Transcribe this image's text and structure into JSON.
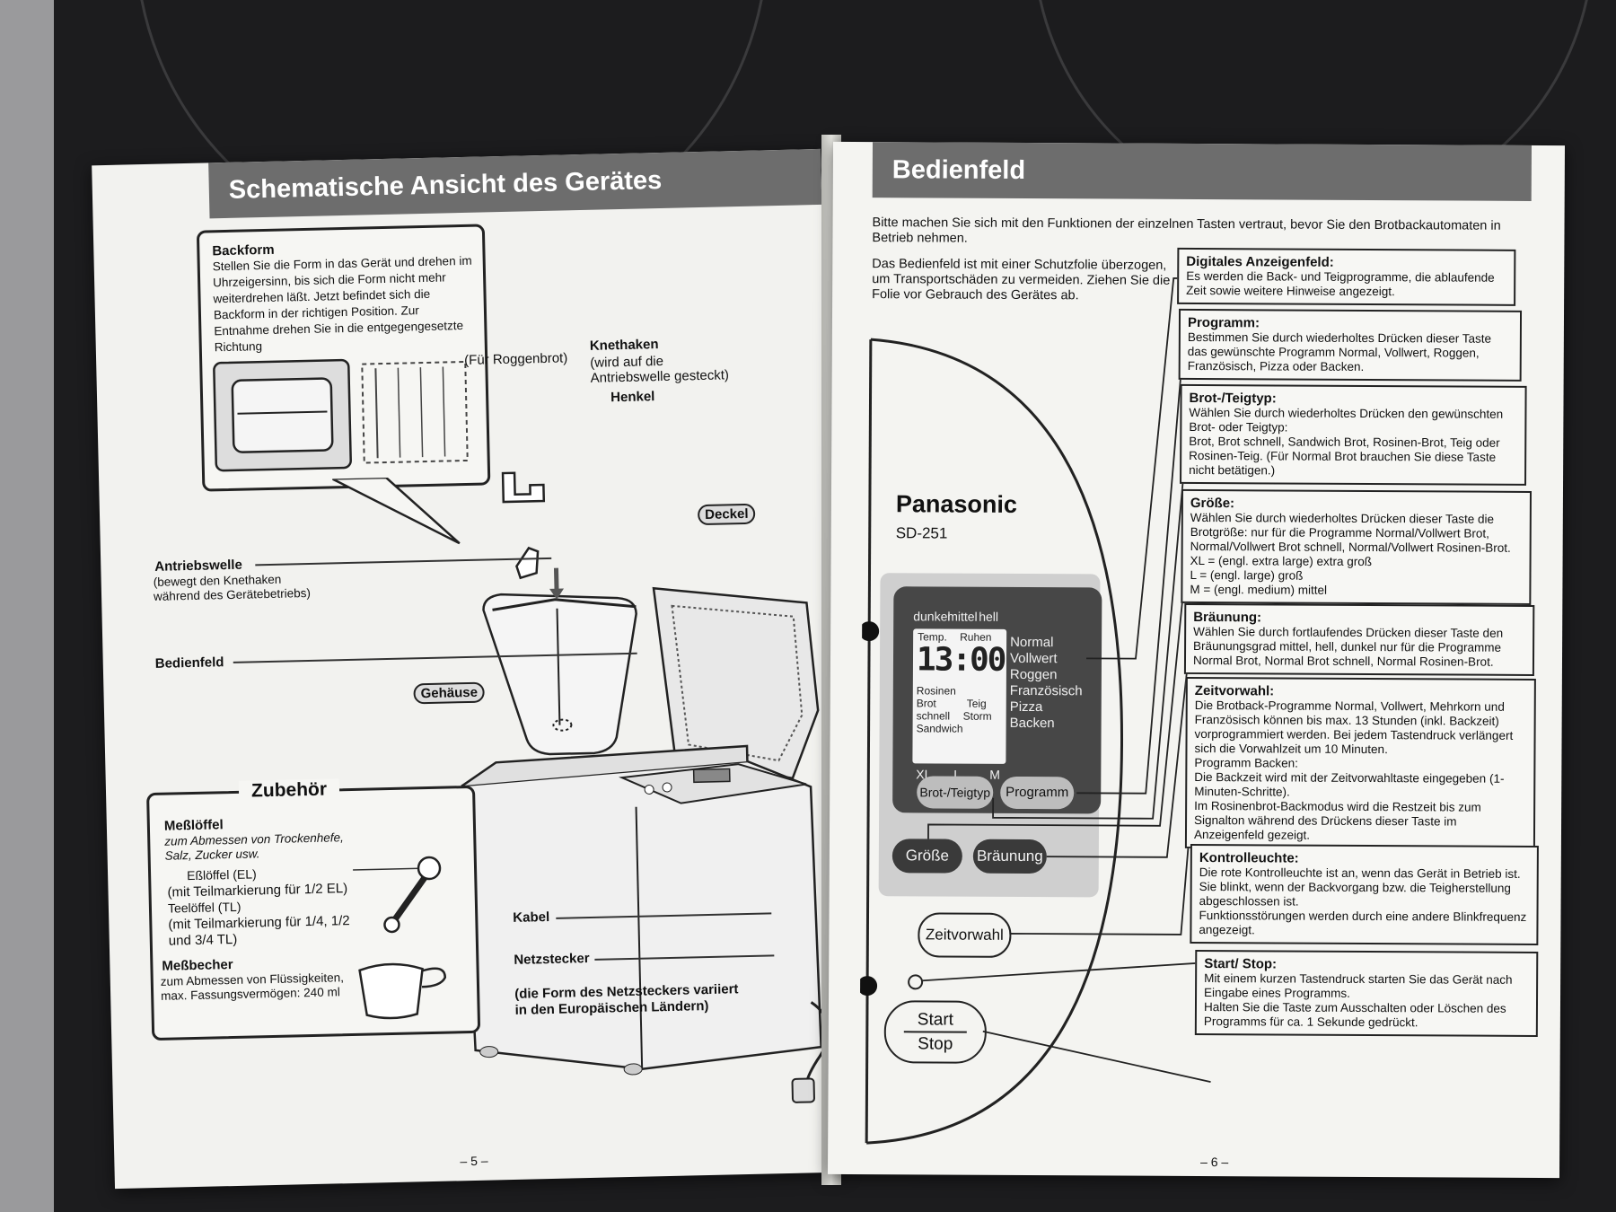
{
  "left": {
    "title": "Schematische Ansicht des Gerätes",
    "backform_title": "Backform",
    "backform_text": "Stellen Sie die Form in das Gerät und drehen im Uhrzeigersinn, bis sich die Form nicht mehr weiterdrehen läßt. Jetzt befindet sich die Backform in der richtigen Position. Zur Entnahme drehen Sie in die entgegengesetzte Richtung",
    "fuer_roggenbrot": "(Für Roggenbrot)",
    "knethaken": "Knethaken",
    "knethaken_note": "(wird auf die Antriebswelle gesteckt)",
    "henkel": "Henkel",
    "deckel": "Deckel",
    "antriebswelle": "Antriebswelle",
    "antriebswelle_note": "(bewegt den Knethaken während des Gerätebetriebs)",
    "bedienfeld": "Bedienfeld",
    "gehaeuse": "Gehäuse",
    "kabel": "Kabel",
    "netzstecker": "Netzstecker",
    "netzstecker_note": "(die Form des Netzsteckers variiert in den Europäischen Ländern)",
    "zubehoer_title": "Zubehör",
    "messloeffel_title": "Meßlöffel",
    "messloeffel_text": "zum Abmessen von Trockenhefe, Salz, Zucker usw.",
    "essloeffel": "Eßlöffel (EL)",
    "essloeffel_note": "(mit Teilmarkierung für 1/2 EL)",
    "teeloeffel": "Teelöffel (TL)",
    "teeloeffel_note": "(mit Teilmarkierung für 1/4, 1/2 und 3/4 TL)",
    "messbecher_title": "Meßbecher",
    "messbecher_text": "zum Abmessen von Flüssigkeiten, max. Fassungsvermögen: 240 ml",
    "page_number": "– 5 –"
  },
  "right": {
    "title": "Bedienfeld",
    "intro": "Bitte machen Sie sich mit den Funktionen der einzelnen Tasten vertraut, bevor Sie den Brotbackautomaten in Betrieb nehmen.",
    "foil_note": "Das Bedienfeld ist mit einer Schutzfolie überzogen, um Transportschäden zu vermeiden. Ziehen Sie die Folie vor Gebrauch des Gerätes ab.",
    "brand": "Panasonic",
    "model": "SD-251",
    "lcd": {
      "browning": [
        "dunkel",
        "mittel",
        "hell"
      ],
      "temp": "Temp.",
      "ruhen": "Ruhen",
      "time": "13:00",
      "programs": [
        "Normal",
        "Vollwert",
        "Roggen",
        "Französisch",
        "Pizza",
        "Backen"
      ],
      "types": [
        "Rosinen",
        "Brot",
        "schnell",
        "Sandwich"
      ],
      "teig": "Teig",
      "storm": "Storm",
      "sizes": [
        "XL",
        "L",
        "M"
      ]
    },
    "buttons": {
      "brot_teigtyp": "Brot-/Teigtyp",
      "programm": "Programm",
      "groesse": "Größe",
      "braeunung": "Bräunung",
      "zeitvorwahl": "Zeitvorwahl",
      "start": "Start",
      "stop": "Stop"
    },
    "callouts": [
      {
        "title": "Digitales Anzeigenfeld:",
        "text": "Es werden die Back- und Teigprogramme, die ablaufende Zeit sowie weitere Hinweise angezeigt."
      },
      {
        "title": "Programm:",
        "text": "Bestimmen Sie durch wiederholtes Drücken dieser Taste das gewünschte Programm Normal, Vollwert, Roggen, Französisch, Pizza oder Backen."
      },
      {
        "title": "Brot-/Teigtyp:",
        "text": "Wählen Sie durch wiederholtes Drücken den gewünschten Brot- oder Teigtyp:\nBrot, Brot schnell, Sandwich Brot, Rosinen-Brot, Teig oder Rosinen-Teig. (Für Normal Brot brauchen Sie diese Taste nicht betätigen.)"
      },
      {
        "title": "Größe:",
        "text": "Wählen Sie durch wiederholtes Drücken dieser Taste die Brotgröße: nur für die Programme Normal/Vollwert Brot, Normal/Vollwert Brot schnell, Normal/Vollwert Rosinen-Brot.\nXL = (engl. extra large) extra groß\nL = (engl. large) groß\nM = (engl. medium) mittel"
      },
      {
        "title": "Bräunung:",
        "text": "Wählen Sie durch fortlaufendes Drücken dieser Taste den Bräunungsgrad mittel, hell, dunkel nur für die Programme Normal Brot, Normal Brot schnell, Normal Rosinen-Brot."
      },
      {
        "title": "Zeitvorwahl:",
        "text": "Die Brotback-Programme Normal, Vollwert, Mehrkorn und Französisch können bis max. 13 Stunden (inkl. Backzeit) vorprogrammiert werden. Bei jedem Tastendruck verlängert sich die Vorwahlzeit um 10 Minuten.\nProgramm Backen:\nDie Backzeit wird mit der Zeitvorwahltaste eingegeben (1-Minuten-Schritte).\nIm Rosinenbrot-Backmodus wird die Restzeit bis zum Signalton während des Drückens dieser Taste im Anzeigenfeld gezeigt."
      },
      {
        "title": "Kontrolleuchte:",
        "text": "Die rote Kontrolleuchte ist an, wenn das Gerät in Betrieb ist. Sie blinkt, wenn der Backvorgang bzw. die Teigherstellung abgeschlossen ist.\nFunktionsstörungen werden durch eine andere Blinkfrequenz angezeigt."
      },
      {
        "title": "Start/ Stop:",
        "text": "Mit einem kurzen Tastendruck starten Sie das Gerät nach Eingabe eines Programms.\nHalten Sie die Taste zum Ausschalten oder Löschen des Programms für ca. 1 Sekunde gedrückt."
      }
    ],
    "page_number": "– 6 –"
  }
}
